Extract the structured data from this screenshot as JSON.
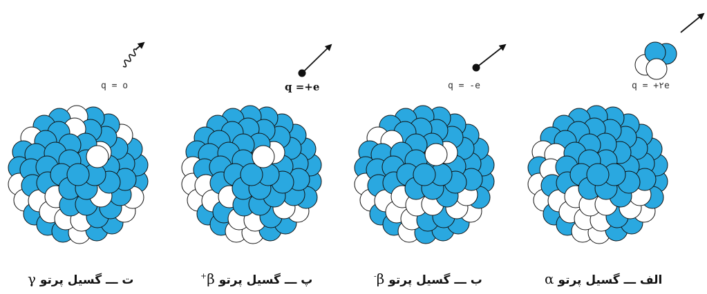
{
  "colors": {
    "proton": "#2aa8e0",
    "neutron": "#ffffff",
    "outline": "#111111"
  },
  "panels": [
    {
      "id": "gamma",
      "charge": "q = o",
      "charge_bold": false,
      "emission": "wave",
      "caption_text": "ت ـــ گسیل پرتو",
      "caption_symbol": "γ",
      "caption_sup": ""
    },
    {
      "id": "beta-plus",
      "charge": "q =+e",
      "charge_bold": true,
      "emission": "particle",
      "caption_text": "پ ـــ گسیل پرتو",
      "caption_symbol": "β",
      "caption_sup": "+"
    },
    {
      "id": "beta-minus",
      "charge": "q = -e",
      "charge_bold": false,
      "emission": "particle",
      "caption_text": "ب ـــ گسیل پرتو",
      "caption_symbol": "β",
      "caption_sup": "-"
    },
    {
      "id": "alpha",
      "charge": "q = +۲e",
      "charge_bold": false,
      "emission": "alpha-cluster",
      "caption_text": "الف ـــ گسیل پرتو",
      "caption_symbol": "α",
      "caption_sup": ""
    }
  ]
}
